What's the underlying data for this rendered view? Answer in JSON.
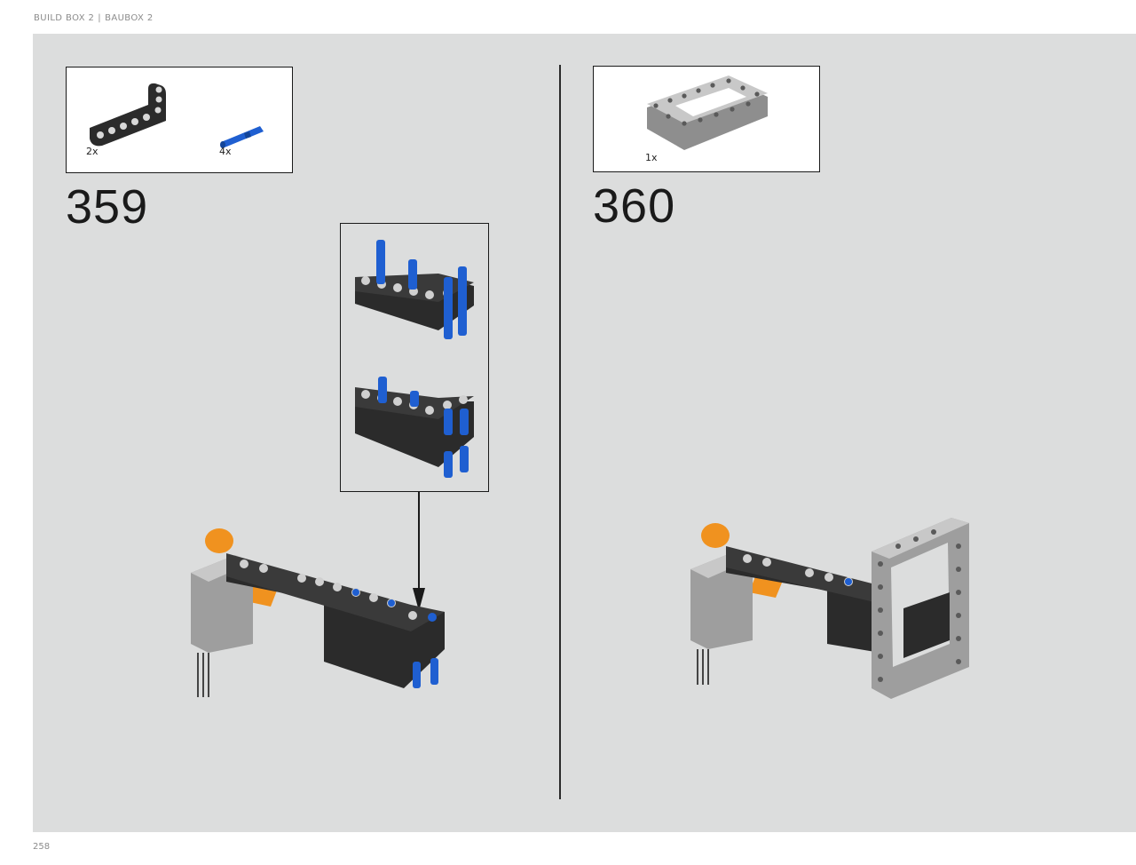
{
  "header": {
    "left": "BUILD BOX 2",
    "separator": "|",
    "right": "BAUBOX 2"
  },
  "footer": {
    "page_number": "258"
  },
  "steps": [
    {
      "number": "359",
      "parts": [
        {
          "name": "L-beam (black)",
          "qty": "2x"
        },
        {
          "name": "Axle pin (blue)",
          "qty": "4x"
        }
      ]
    },
    {
      "number": "360",
      "parts": [
        {
          "name": "Open frame (light grey)",
          "qty": "1x"
        }
      ]
    }
  ],
  "colors": {
    "background": "#dcdddd",
    "black_part": "#2b2b2b",
    "blue_pin": "#1f5fd1",
    "orange_part": "#f0921f",
    "grey_part": "#c8c8c8"
  }
}
